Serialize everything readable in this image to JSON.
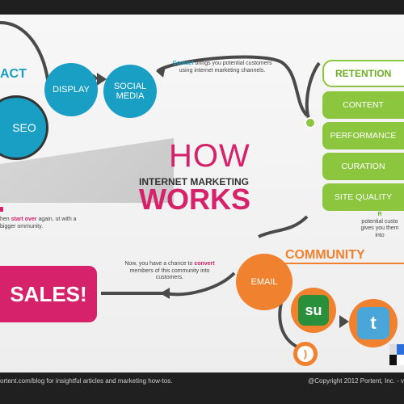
{
  "stage1": {
    "contact_label": "ACT",
    "nodes": [
      "SEO",
      "DISPLAY",
      "SOCIAL MEDIA"
    ],
    "note_highlight": "Contact",
    "note_rest": "brings you potential customers using internet marketing channels."
  },
  "title": {
    "how": "HOW",
    "sub": "INTERNET MARKETING",
    "works": "WORKS"
  },
  "retention": {
    "label": "RETENTION",
    "items": [
      "CONTENT",
      "PERFORMANCE",
      "CURATION",
      "SITE QUALITY"
    ]
  },
  "left_note": {
    "p1": "hen ",
    "highlight": "start over",
    "p2": " again, ut with a bigger ommunity."
  },
  "right_note": {
    "r": "R",
    "text": "potential custo gives you them into"
  },
  "community": {
    "label": "COMMUNITY",
    "email": "EMAIL"
  },
  "convert_note": {
    "p1": "Now, you have a chance to ",
    "highlight": "convert",
    "p2": " members of this community into customers."
  },
  "sales": "SALES!",
  "footer": {
    "left": "ortent.com/blog for insightful articles and marketing how-tos.",
    "right": "@Copyright 2012 Portent, Inc.  -  v"
  },
  "colors": {
    "teal": "#1a9fc4",
    "green": "#8cc63f",
    "magenta": "#d6216b",
    "orange": "#f0812e",
    "line": "#4a4a4a"
  },
  "icons": [
    "stumbleupon-icon",
    "twitter-icon",
    "rss-icon",
    "delicious-icon"
  ]
}
